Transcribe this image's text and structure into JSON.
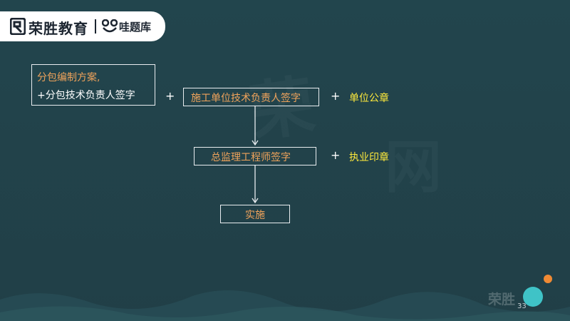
{
  "logo": {
    "brand": "荣胜教育",
    "product": "哇题库"
  },
  "diagram": {
    "box1_line1": "分包编制方案,",
    "box1_line2": "+分包技术负责人签字",
    "plus1": "+",
    "box2": "施工单位技术负责人签字",
    "plus2": "+",
    "seal1": "单位公章",
    "box3": "总监理工程师签字",
    "plus3": "+",
    "seal2": "执业印章",
    "box4": "实施"
  },
  "footer": {
    "brand_mark": "荣胜",
    "page_number": "33"
  },
  "colors": {
    "background": "#21434b",
    "box_text": "#f0a35b",
    "seal_text": "#ffea3b",
    "accent_teal": "#3fc3c7",
    "accent_orange": "#f08a34"
  }
}
